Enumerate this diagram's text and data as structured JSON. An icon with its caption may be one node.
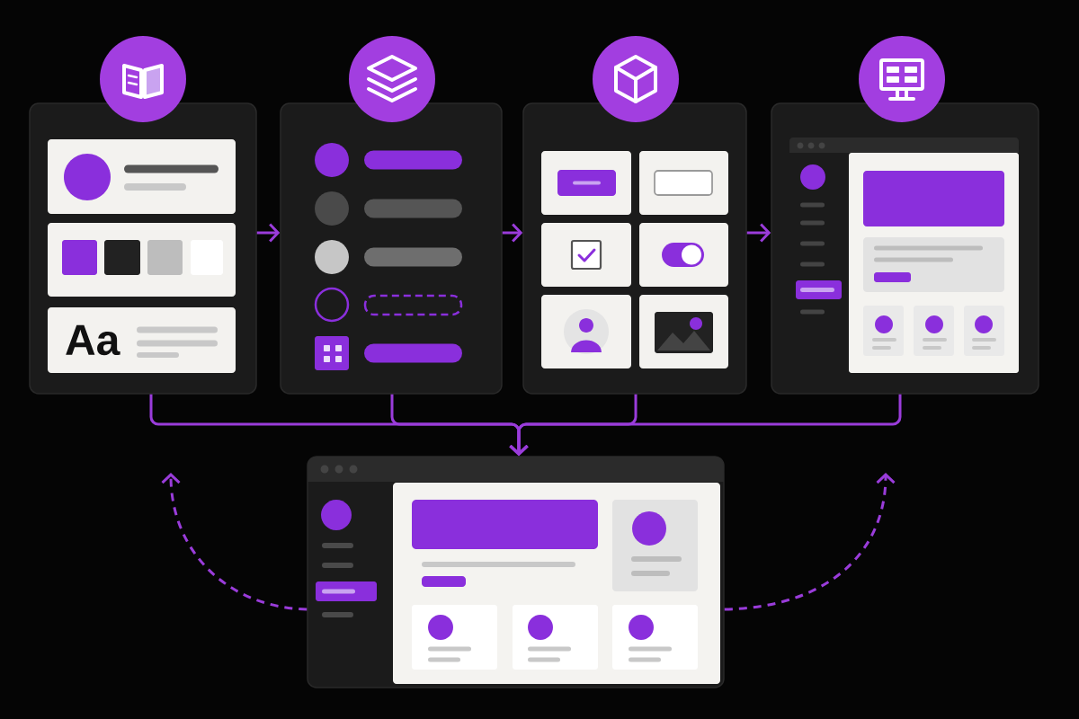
{
  "diagram": {
    "nodes": [
      {
        "text": [],
        "shape": "box"
      },
      {
        "text": [],
        "shape": "box",
        "in": 0
      },
      {
        "text": [],
        "shape": "box",
        "in": 0
      },
      {
        "text": [
          "Aa"
        ],
        "in": 0
      },
      {
        "text": [],
        "shape": "box"
      },
      {
        "text": [],
        "shape": "box"
      },
      {
        "text": [],
        "shape": "box"
      },
      {
        "text": [],
        "shape": "box"
      }
    ],
    "edges": [
      {
        "from": 0,
        "to": 4,
        "arrow": "to"
      },
      {
        "from": 4,
        "to": 5,
        "arrow": "to"
      },
      {
        "from": 5,
        "to": 6,
        "arrow": "to"
      },
      {
        "from": 0,
        "to": 7,
        "arrow": "to"
      },
      {
        "from": 4,
        "to": 7,
        "arrow": "to"
      },
      {
        "from": 5,
        "to": 7,
        "arrow": "to"
      },
      {
        "from": 6,
        "to": 7,
        "arrow": "to"
      },
      {
        "from": 7,
        "to": null,
        "arrow": "to",
        "style": "dashed"
      },
      {
        "from": 7,
        "to": null,
        "arrow": "to",
        "style": "dashed"
      }
    ]
  }
}
